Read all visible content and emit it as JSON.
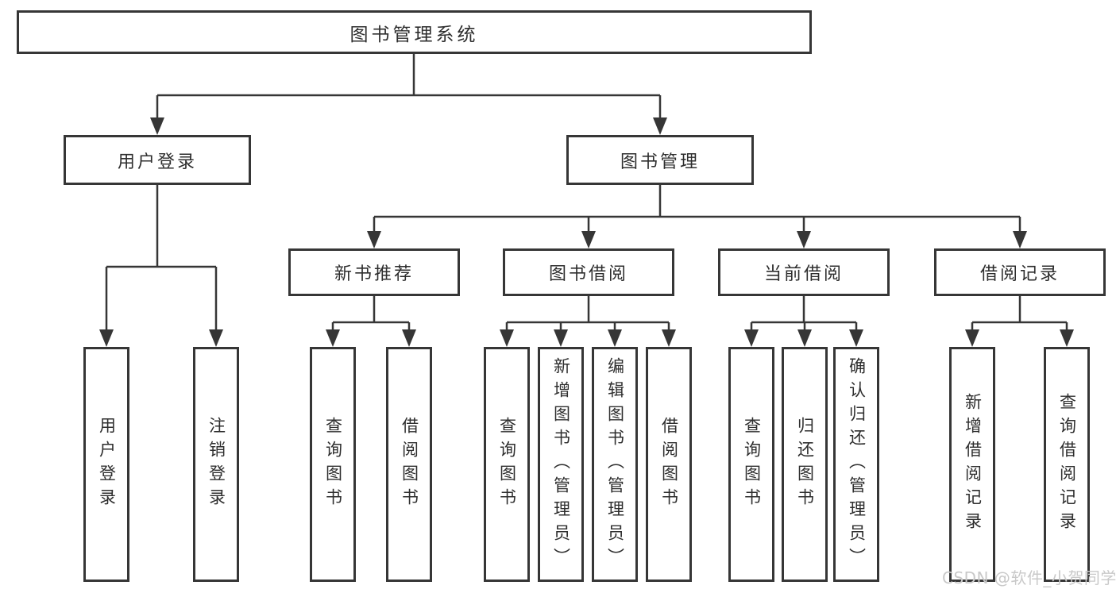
{
  "diagram": {
    "root": {
      "label": "图书管理系统"
    },
    "level2": {
      "user_login": {
        "label": "用户登录"
      },
      "book_mgmt": {
        "label": "图书管理"
      }
    },
    "level3": {
      "new_books": {
        "label": "新书推荐"
      },
      "book_borrow": {
        "label": "图书借阅"
      },
      "current_borrow": {
        "label": "当前借阅"
      },
      "borrow_records": {
        "label": "借阅记录"
      }
    },
    "leaves": {
      "user_login_login": "用户登录",
      "user_login_logout": "注销登录",
      "new_books_query": "查询图书",
      "new_books_borrow": "借阅图书",
      "book_borrow_query": "查询图书",
      "book_borrow_add": "新增图书（管理员）",
      "book_borrow_edit": "编辑图书（管理员）",
      "book_borrow_borrow": "借阅图书",
      "current_query": "查询图书",
      "current_return": "归还图书",
      "current_confirm": "确认归还（管理员）",
      "records_add": "新增借阅记录",
      "records_query": "查询借阅记录"
    },
    "watermark": "CSDN @软件_小贺同学",
    "colors": {
      "line": "#363636",
      "text": "#2e2e2e",
      "background": "#ffffff",
      "watermark": "#c9c9c9"
    }
  }
}
